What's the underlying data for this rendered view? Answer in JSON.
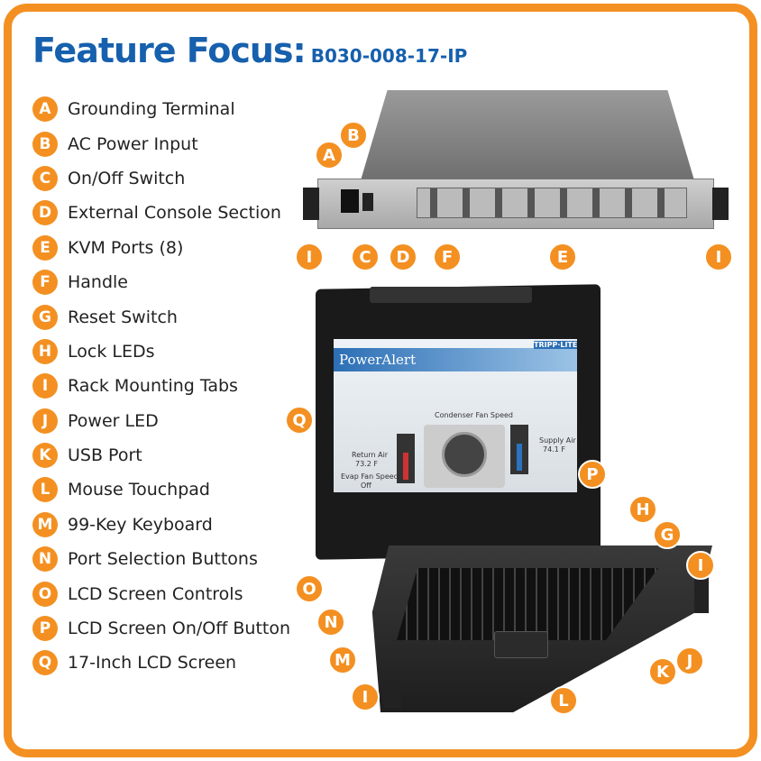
{
  "title": {
    "main": "Feature Focus:",
    "model": "B030-008-17-IP"
  },
  "features": [
    {
      "letter": "A",
      "label": "Grounding Terminal"
    },
    {
      "letter": "B",
      "label": "AC Power Input"
    },
    {
      "letter": "C",
      "label": "On/Off Switch"
    },
    {
      "letter": "D",
      "label": "External Console Section"
    },
    {
      "letter": "E",
      "label": "KVM Ports (8)"
    },
    {
      "letter": "F",
      "label": "Handle"
    },
    {
      "letter": "G",
      "label": "Reset Switch"
    },
    {
      "letter": "H",
      "label": "Lock LEDs"
    },
    {
      "letter": "I",
      "label": "Rack Mounting Tabs"
    },
    {
      "letter": "J",
      "label": "Power LED"
    },
    {
      "letter": "K",
      "label": "USB Port"
    },
    {
      "letter": "L",
      "label": "Mouse Touchpad"
    },
    {
      "letter": "M",
      "label": "99-Key Keyboard"
    },
    {
      "letter": "N",
      "label": "Port Selection Buttons"
    },
    {
      "letter": "O",
      "label": "LCD Screen Controls"
    },
    {
      "letter": "P",
      "label": "LCD Screen On/Off Button"
    },
    {
      "letter": "Q",
      "label": "17-Inch LCD Screen"
    }
  ],
  "screen": {
    "app": "PowerAlert",
    "brand": "TRIPP·LITE",
    "gauge_title": "Condenser Fan Speed",
    "left_label": "Return Air",
    "left_value": "73.2 F",
    "fan_label": "Evap Fan Speed",
    "fan_value": "Off",
    "right_label": "Supply Air",
    "right_value": "74.1 F"
  },
  "colors": {
    "accent": "#f39021",
    "title": "#1660ad"
  }
}
